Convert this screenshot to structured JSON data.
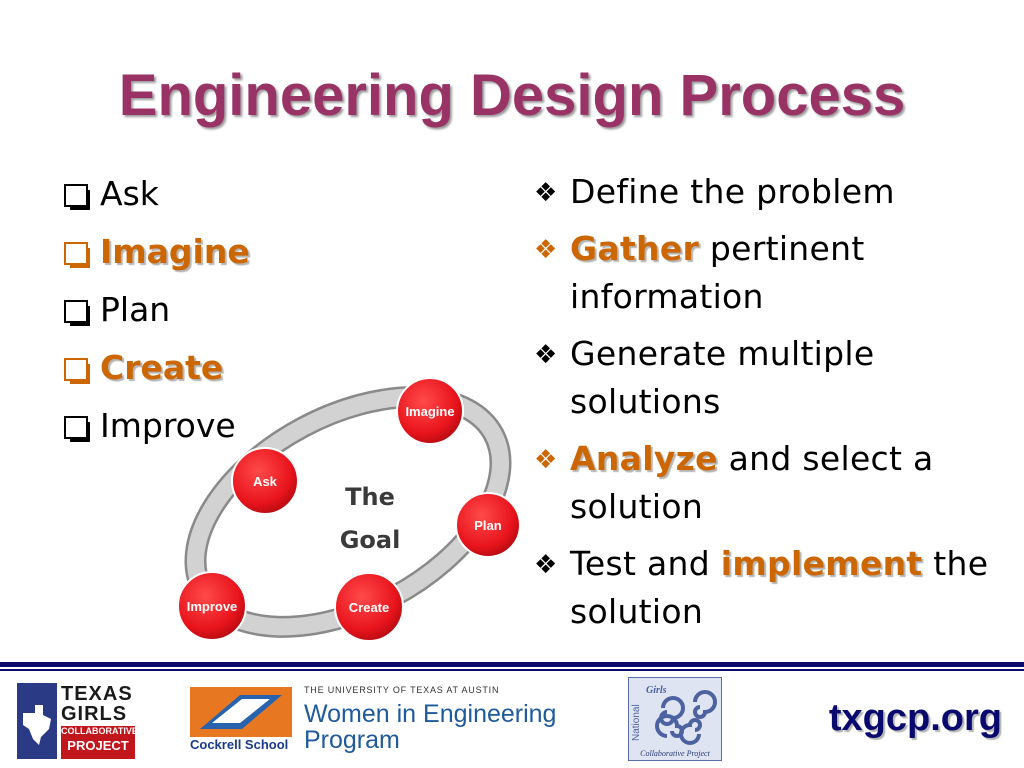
{
  "slide": {
    "title": "Engineering Design Process",
    "steps": [
      {
        "label": "Ask",
        "highlight": false
      },
      {
        "label": "Imagine",
        "highlight": true
      },
      {
        "label": "Plan",
        "highlight": false
      },
      {
        "label": "Create",
        "highlight": true
      },
      {
        "label": "Improve",
        "highlight": false
      }
    ],
    "bullets": [
      {
        "highlight": false,
        "parts": [
          {
            "text": "Define the problem",
            "highlight": false
          }
        ]
      },
      {
        "highlight": true,
        "parts": [
          {
            "text": "Gather",
            "highlight": true
          },
          {
            "text": " pertinent information",
            "highlight": false
          }
        ]
      },
      {
        "highlight": false,
        "parts": [
          {
            "text": "Generate multiple solutions",
            "highlight": false
          }
        ]
      },
      {
        "highlight": true,
        "parts": [
          {
            "text": "Analyze",
            "highlight": true
          },
          {
            "text": " and select a solution",
            "highlight": false
          }
        ]
      },
      {
        "highlight": false,
        "parts": [
          {
            "text": "Test and ",
            "highlight": false
          },
          {
            "text": "implement",
            "highlight": true
          },
          {
            "text": " the solution",
            "highlight": false
          }
        ]
      }
    ],
    "cycle": {
      "center_line1": "The",
      "center_line2": "Goal",
      "nodes": [
        "Ask",
        "Imagine",
        "Plan",
        "Create",
        "Improve"
      ]
    }
  },
  "footer": {
    "tgcp_logo": {
      "line1": "TEXAS",
      "line2": "GIRLS",
      "line3": "COLLABORATIVE",
      "line4": "PROJECT"
    },
    "wep_logo": {
      "university": "THE UNIVERSITY OF TEXAS AT AUSTIN",
      "name_line1": "Women in Engineering",
      "name_line2": "Program",
      "school": "Cockrell School"
    },
    "ngcp_logo": {
      "national": "National",
      "girls": "Girls",
      "project": "Collaborative Project"
    },
    "website": "txgcp.org"
  },
  "colors": {
    "title": "#993366",
    "highlight": "#cc6600",
    "node_red": "#e8141c",
    "rule": "#0a0a6e"
  },
  "icons": {
    "step_bullet": "checkbox-square-icon",
    "list_bullet": "four-diamond-icon"
  }
}
